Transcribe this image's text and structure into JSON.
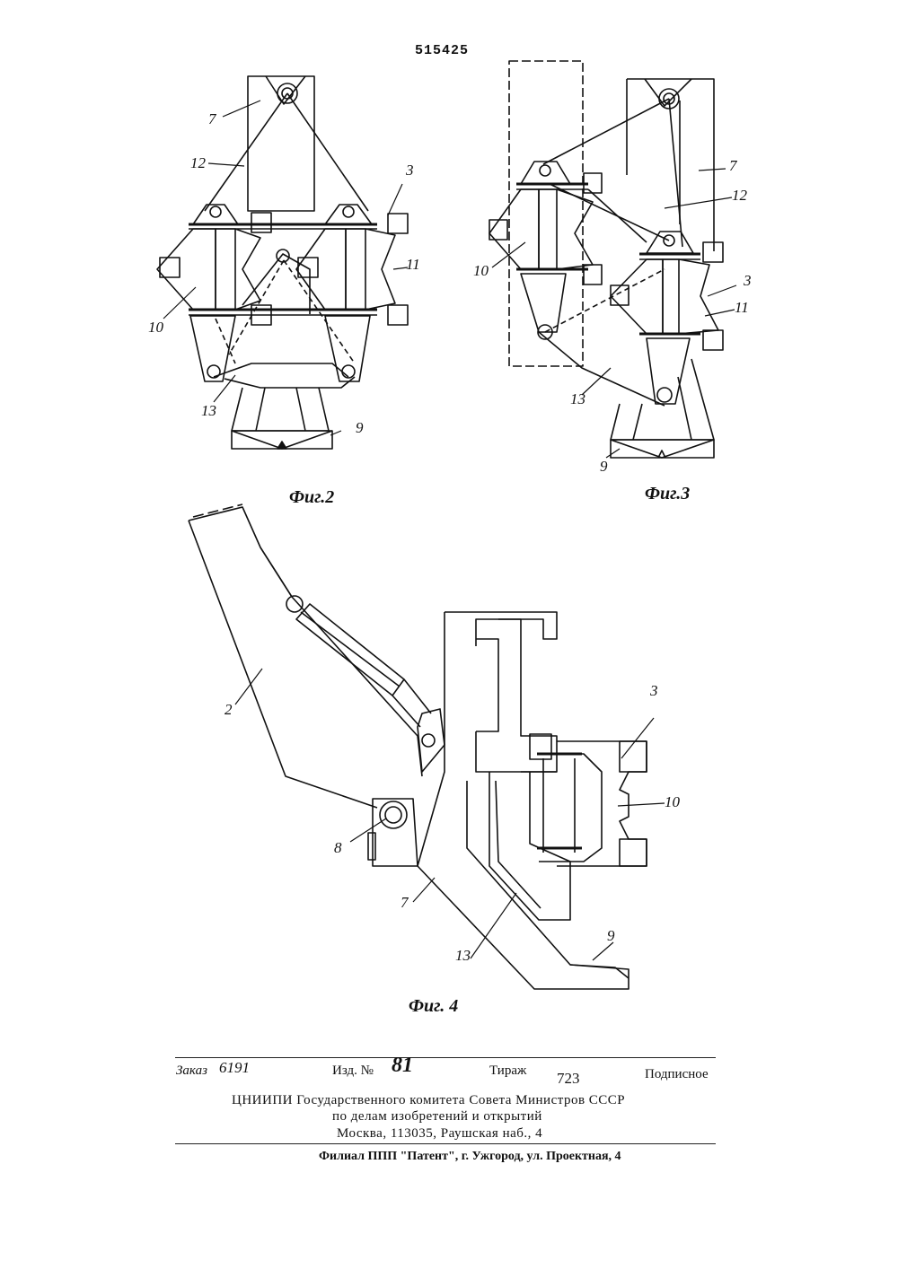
{
  "patent_number": "515425",
  "figures": [
    {
      "caption": "Фиг.2",
      "labels": [
        "7",
        "12",
        "3",
        "11",
        "10",
        "13",
        "9"
      ]
    },
    {
      "caption": "Фиг.3",
      "labels": [
        "7",
        "12",
        "10",
        "3",
        "11",
        "13",
        "9"
      ]
    },
    {
      "caption": "Фиг. 4",
      "labels": [
        "2",
        "3",
        "10",
        "8",
        "7",
        "13",
        "9"
      ]
    }
  ],
  "footer": {
    "order_label": "Заказ",
    "order_no": "6191",
    "edition_label": "Изд. №",
    "edition_no": "81",
    "print_run_label": "Тираж",
    "print_run": "723",
    "subscription": "Подписное",
    "org_line1": "ЦНИИПИ Государственного комитета Совета Министров СССР",
    "org_line2": "по делам изобретений и открытий",
    "org_line3": "Москва, 113035, Раушская наб., 4",
    "branch": "Филиал ППП \"Патент\", г. Ужгород, ул. Проектная, 4"
  }
}
